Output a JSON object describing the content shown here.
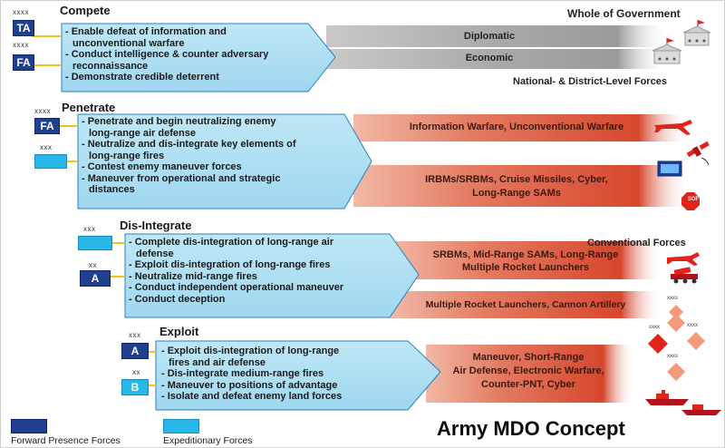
{
  "compete": {
    "title": "Compete",
    "units": [
      {
        "echelon": "xxxx",
        "label": "TA"
      },
      {
        "echelon": "xxxx",
        "label": "FA"
      }
    ],
    "tasks": [
      "- Enable defeat of information and",
      "  unconventional warfare",
      "- Conduct intelligence & counter adversary",
      "  reconnaissance",
      "- Demonstrate credible deterrent"
    ],
    "bands": [
      "Diplomatic",
      "Economic"
    ],
    "right_top": "Whole of Government",
    "right_bottom": "National- & District-Level Forces"
  },
  "penetrate": {
    "title": "Penetrate",
    "units": [
      {
        "echelon": "xxxx",
        "label": "FA"
      },
      {
        "echelon": "xxx",
        "label": ""
      }
    ],
    "tasks": [
      "- Penetrate and begin neutralizing enemy",
      "  long-range air defense",
      "- Neutralize and dis-integrate key elements of",
      "  long-range fires",
      "- Contest enemy maneuver forces",
      "- Maneuver from operational and strategic",
      "  distances"
    ],
    "bands": [
      "Information Warfare, Unconventional Warfare",
      "IRBMs/SRBMs, Cruise Missiles, Cyber,",
      "Long-Range SAMs"
    ],
    "sof_label": "SOF"
  },
  "disintegrate": {
    "title": "Dis-Integrate",
    "units": [
      {
        "echelon": "xxx",
        "label": ""
      },
      {
        "echelon": "xx",
        "label": "A"
      }
    ],
    "tasks": [
      "- Complete dis-integration of long-range air",
      "  defense",
      "- Exploit dis-integration of long-range fires",
      "- Neutralize mid-range fires",
      "- Conduct independent operational maneuver",
      "- Conduct deception"
    ],
    "bands": [
      "SRBMs, Mid-Range SAMs, Long-Range",
      "Multiple Rocket Launchers",
      "Multiple Rocket Launchers, Cannon Artillery"
    ],
    "right_label": "Conventional Forces"
  },
  "exploit": {
    "title": "Exploit",
    "units": [
      {
        "echelon": "xxx",
        "label": "A"
      },
      {
        "echelon": "xx",
        "label": "B"
      }
    ],
    "tasks": [
      "- Exploit dis-integration of long-range",
      "  fires and air defense",
      "- Dis-integrate medium-range fires",
      "- Maneuver to positions of advantage",
      "- Isolate and defeat enemy land forces"
    ],
    "bands": [
      "Maneuver, Short-Range",
      "Air Defense, Electronic Warfare,",
      "Counter-PNT, Cyber"
    ],
    "diamond_labels": [
      "xxxx",
      "xxxx",
      "xxxx",
      "xxxx"
    ]
  },
  "legend": {
    "forward": "Forward Presence Forces",
    "expeditionary": "Expeditionary Forces"
  },
  "caption": "Army MDO Concept",
  "colors": {
    "unit_dark": "#1f3f8f",
    "unit_light": "#29b6e8",
    "task_panel": "#a9def3",
    "grey_band": "#a8a8a8",
    "red_band": "#d9533a",
    "yellow_connector": "#f0c419",
    "threat_red": "#e2231a",
    "threat_orange": "#f49a7a"
  }
}
